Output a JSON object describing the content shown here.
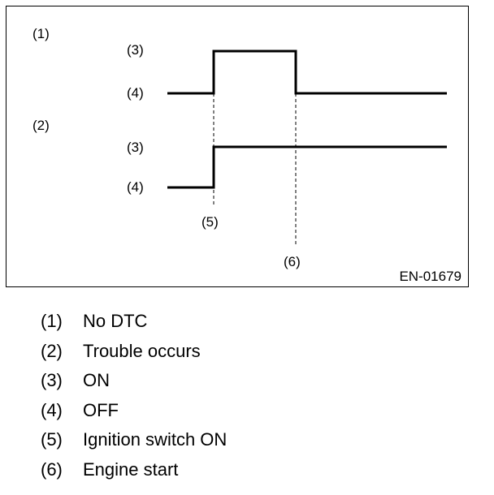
{
  "diagram": {
    "section_labels": [
      "(1)",
      "(2)"
    ],
    "level_labels": {
      "on": "(3)",
      "off": "(4)"
    },
    "event_labels": [
      "(5)",
      "(6)"
    ],
    "figure_code": "EN-01679",
    "colors": {
      "line": "#000000",
      "background": "#ffffff"
    }
  },
  "legend": [
    {
      "key": "(1)",
      "text": "No DTC"
    },
    {
      "key": "(2)",
      "text": "Trouble occurs"
    },
    {
      "key": "(3)",
      "text": "ON"
    },
    {
      "key": "(4)",
      "text": "OFF"
    },
    {
      "key": "(5)",
      "text": "Ignition switch ON"
    },
    {
      "key": "(6)",
      "text": "Engine start"
    }
  ]
}
